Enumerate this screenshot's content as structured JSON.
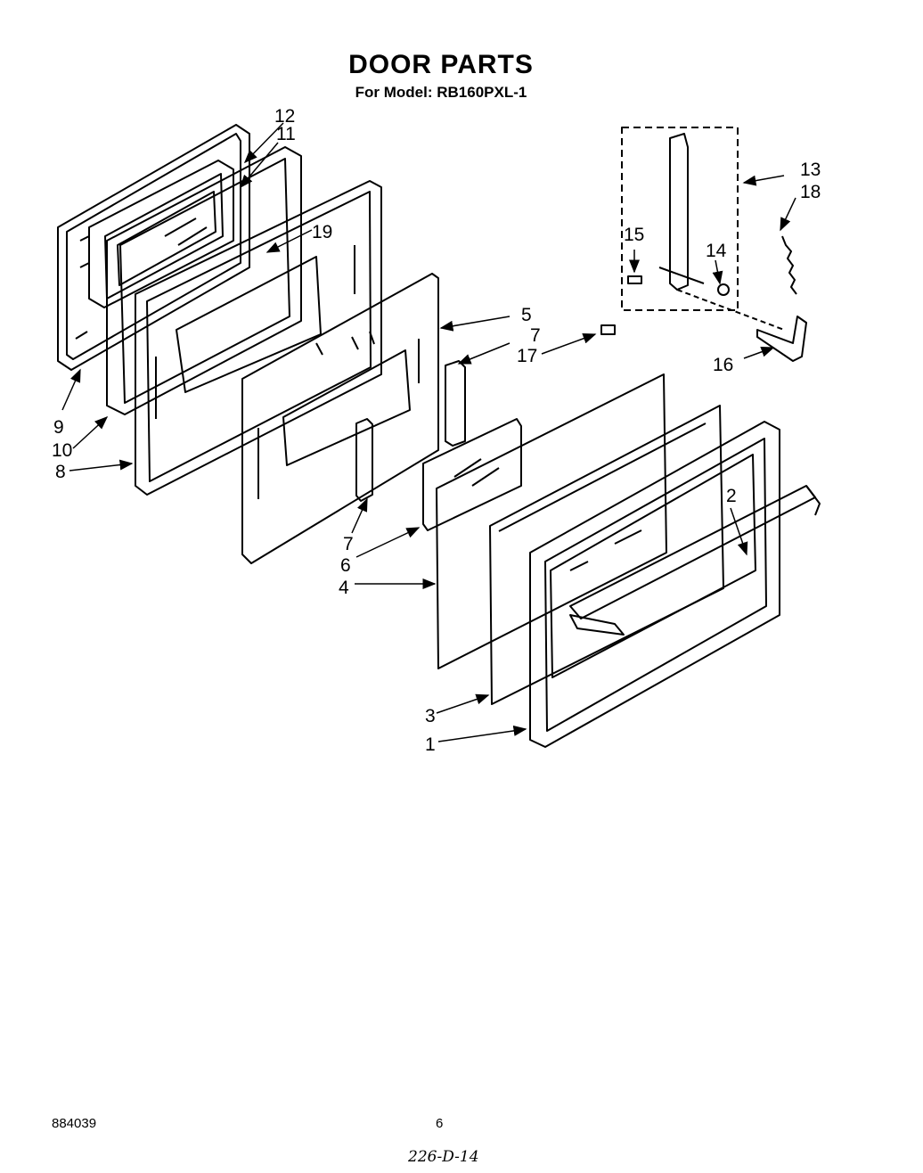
{
  "title": "DOOR PARTS",
  "subtitle": "For Model: RB160PXL-1",
  "callouts": {
    "p1": "1",
    "p2": "2",
    "p3": "3",
    "p4": "4",
    "p5": "5",
    "p6": "6",
    "p7a": "7",
    "p7b": "7",
    "p8": "8",
    "p9": "9",
    "p10": "10",
    "p11": "11",
    "p12": "12",
    "p13": "13",
    "p14": "14",
    "p15": "15",
    "p16": "16",
    "p17": "17",
    "p18": "18",
    "p19": "19"
  },
  "footer": {
    "doc_number": "884039",
    "page_number": "6",
    "handwritten_code": "226-D-14"
  }
}
